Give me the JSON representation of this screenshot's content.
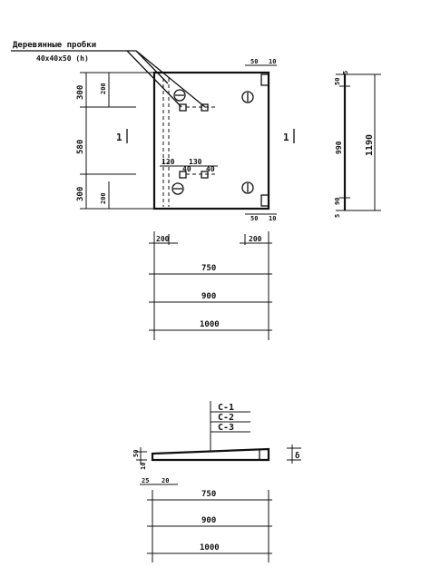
{
  "callout": {
    "line1": "Деревянные пробки",
    "line2": "40х40х50 (h)"
  },
  "top_view": {
    "left_dims": [
      "300",
      "200",
      "580",
      "300",
      "200"
    ],
    "right_dims": [
      "50",
      "5",
      "990",
      "1190",
      "90",
      "5"
    ],
    "top_dim": "50",
    "top_dim_b": "10",
    "bottom_dim": "50",
    "bottom_dim_b": "10",
    "inner_dims": [
      "120",
      "130",
      "40",
      "40"
    ],
    "section_marks": [
      "1",
      "1"
    ],
    "below_dims": [
      "200",
      "200",
      "750",
      "900",
      "1000"
    ]
  },
  "side_view": {
    "variants": [
      "С-1",
      "С-2",
      "С-3"
    ],
    "left_dims": [
      "50",
      "10"
    ],
    "right_dim": "δ",
    "small_dims": [
      "25",
      "20"
    ],
    "below_dims": [
      "750",
      "900",
      "1000"
    ]
  }
}
